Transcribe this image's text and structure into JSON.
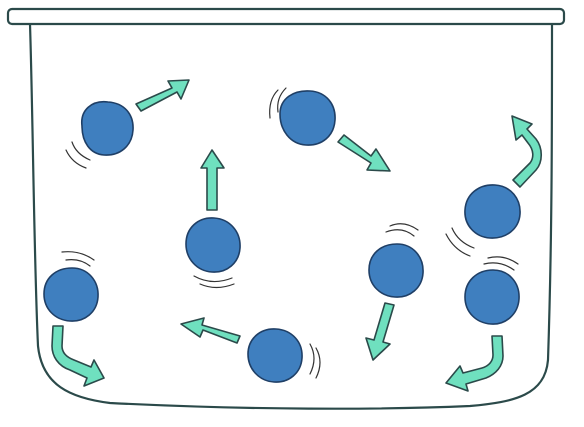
{
  "colors": {
    "container_stroke": "#2b4a4a",
    "particle_fill": "#3f7fbf",
    "particle_stroke": "#1f3f66",
    "arrow_fill": "#6fe0bf",
    "arrow_stroke": "#2b4a4a",
    "motion_lines": "#333333"
  },
  "particles": [
    {
      "id": "p1",
      "arrow": "up-right"
    },
    {
      "id": "p2",
      "arrow": "down-right"
    },
    {
      "id": "p3",
      "arrow": "up"
    },
    {
      "id": "p4",
      "arrow": "up-curved"
    },
    {
      "id": "p5",
      "arrow": "down-curved-right"
    },
    {
      "id": "p6",
      "arrow": "left"
    },
    {
      "id": "p7",
      "arrow": "down"
    },
    {
      "id": "p8",
      "arrow": "down-curved-left"
    }
  ]
}
